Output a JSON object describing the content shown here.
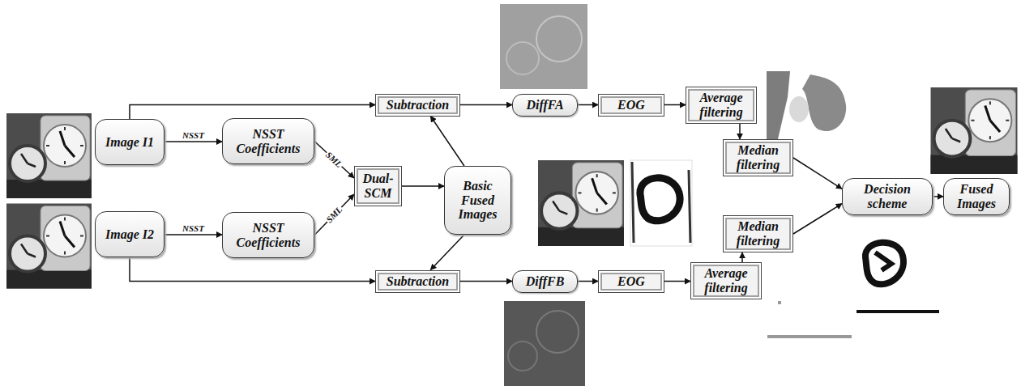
{
  "diagram": {
    "nodes": [
      {
        "text": [
          "Subtraction"
        ]
      },
      {
        "text": [
          "DiffFA"
        ]
      },
      {
        "text": [
          "EOG"
        ]
      },
      {
        "text": [
          "Average filtering"
        ]
      },
      {
        "text": [
          "Image I1"
        ]
      },
      {
        "text": [
          "NSST Coefficients"
        ]
      },
      {
        "text": [
          "Dual-SCM"
        ]
      },
      {
        "text": [
          "Basic Fused Images"
        ]
      },
      {
        "text": [
          "Median filtering"
        ]
      },
      {
        "text": [
          "Median filtering"
        ]
      },
      {
        "text": [
          "Decision scheme"
        ]
      },
      {
        "text": [
          "Fused Images"
        ]
      },
      {
        "text": [
          "Image I2"
        ]
      },
      {
        "text": [
          "NSST Coefficients"
        ]
      },
      {
        "text": [
          "Subtraction"
        ]
      },
      {
        "text": [
          "DiffFB"
        ]
      },
      {
        "text": [
          "EOG"
        ]
      },
      {
        "text": [
          "Average filtering"
        ]
      }
    ],
    "edges": [
      {
        "from": 4,
        "to": 5,
        "label": "NSST",
        "arrow": "to"
      },
      {
        "from": 5,
        "to": 6,
        "label": "SML",
        "arrow": "to"
      },
      {
        "from": 12,
        "to": 13,
        "label": "NSST",
        "arrow": "to"
      },
      {
        "from": 13,
        "to": 6,
        "label": "SML",
        "arrow": "to"
      },
      {
        "from": 6,
        "to": 7,
        "arrow": "to"
      },
      {
        "from": 4,
        "to": 0,
        "arrow": "to"
      },
      {
        "from": 7,
        "to": 0,
        "arrow": "to"
      },
      {
        "from": 7,
        "to": 14,
        "arrow": "to"
      },
      {
        "from": 12,
        "to": 14,
        "arrow": "to"
      },
      {
        "from": 0,
        "to": 1,
        "arrow": "to"
      },
      {
        "from": 1,
        "to": 2,
        "arrow": "to"
      },
      {
        "from": 2,
        "to": 3,
        "arrow": "to"
      },
      {
        "from": 3,
        "to": 8,
        "arrow": "to"
      },
      {
        "from": 14,
        "to": 15,
        "arrow": "to"
      },
      {
        "from": 15,
        "to": 16,
        "arrow": "to"
      },
      {
        "from": 16,
        "to": 17,
        "arrow": "to"
      },
      {
        "from": 17,
        "to": 9,
        "arrow": "to"
      },
      {
        "from": 8,
        "to": 10,
        "arrow": "to"
      },
      {
        "from": 9,
        "to": 10,
        "arrow": "to"
      },
      {
        "from": 10,
        "to": 11,
        "arrow": "to"
      }
    ]
  }
}
